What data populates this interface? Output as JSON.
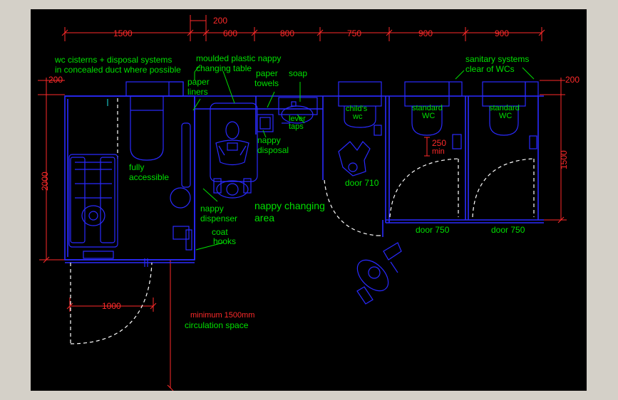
{
  "colors": {
    "background": "#000000",
    "frame": "#d4d0c8",
    "walls": "#2a2aff",
    "dimensions": "#ff2a2a",
    "labels": "#00e000",
    "door_swings": "#ffffff"
  },
  "dimensions": {
    "top": [
      "1500",
      "200",
      "600",
      "800",
      "750",
      "900",
      "900"
    ],
    "left_200": "200",
    "right_200": "200",
    "left_height": "2000",
    "right_height": "1500",
    "bottom_width": "1000",
    "grab_250": "250",
    "grab_min": "min"
  },
  "notes": {
    "cisterns_line1": "wc cisterns + disposal systems",
    "cisterns_line2": "in concealed duct where possible",
    "moulded_line1": "moulded plastic nappy",
    "moulded_line2": "changing table",
    "sanitary_line1": "sanitary systems",
    "sanitary_line2": "clear of WCs",
    "paper_liners_1": "paper",
    "paper_liners_2": "liners",
    "paper_towels_1": "paper",
    "paper_towels_2": "towels",
    "soap": "soap",
    "lever_taps_1": "lever",
    "lever_taps_2": "taps",
    "nappy_disposal_1": "nappy",
    "nappy_disposal_2": "disposal",
    "fully_accessible_1": "fully",
    "fully_accessible_2": "accessible",
    "nappy_dispenser_1": "nappy",
    "nappy_dispenser_2": "dispenser",
    "coat_hooks_1": "coat",
    "coat_hooks_2": "hooks",
    "nappy_area_1": "nappy changing",
    "nappy_area_2": "area",
    "childs_wc_1": "child's",
    "childs_wc_2": "wc",
    "door_710": "door 710",
    "standard_wc_1a": "standard",
    "standard_wc_1b": "WC",
    "standard_wc_2a": "standard",
    "standard_wc_2b": "WC",
    "door_750_a": "door 750",
    "door_750_b": "door 750",
    "circulation_1": "minimum 1500mm",
    "circulation_2": "circulation space"
  }
}
